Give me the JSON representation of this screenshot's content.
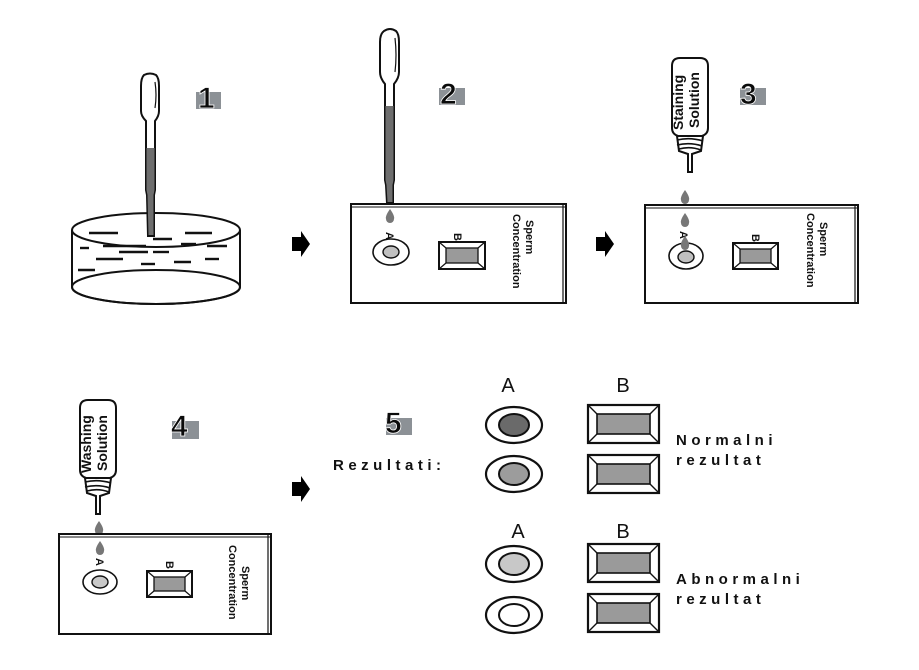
{
  "colors": {
    "ink": "#111111",
    "liquid": "#6e6e6e",
    "badge": "#8c9196",
    "window_fill": "#9a9a9a",
    "dark_spot": "#6a6a6a",
    "mid_spot": "#9c9c9c",
    "light_spot": "#c8c8c8"
  },
  "steps": [
    {
      "number": "1",
      "description": "pipette-in-sample-container"
    },
    {
      "number": "2",
      "description": "pipette-drop-on-well-A"
    },
    {
      "number": "3",
      "description": "staining-solution-drops-on-well-A",
      "bottle_label": [
        "Staining",
        "Solution"
      ]
    },
    {
      "number": "4",
      "description": "washing-solution-drop-on-well-A",
      "bottle_label": [
        "Washing",
        "Solution"
      ]
    },
    {
      "number": "5",
      "description": "results"
    }
  ],
  "test_card": {
    "well_a_label": "A",
    "window_b_label": "B",
    "title_line1": "Sperm",
    "title_line2": "Concentration"
  },
  "results": {
    "heading": "Rezultati:",
    "column_a": "A",
    "column_b": "B",
    "groups": [
      {
        "label_line1": "Normalni",
        "label_line2": "rezultat",
        "spots": [
          "dark",
          "medium"
        ]
      },
      {
        "label_line1": "Abnormalni",
        "label_line2": "rezultat",
        "spots": [
          "light",
          "none"
        ]
      }
    ]
  }
}
